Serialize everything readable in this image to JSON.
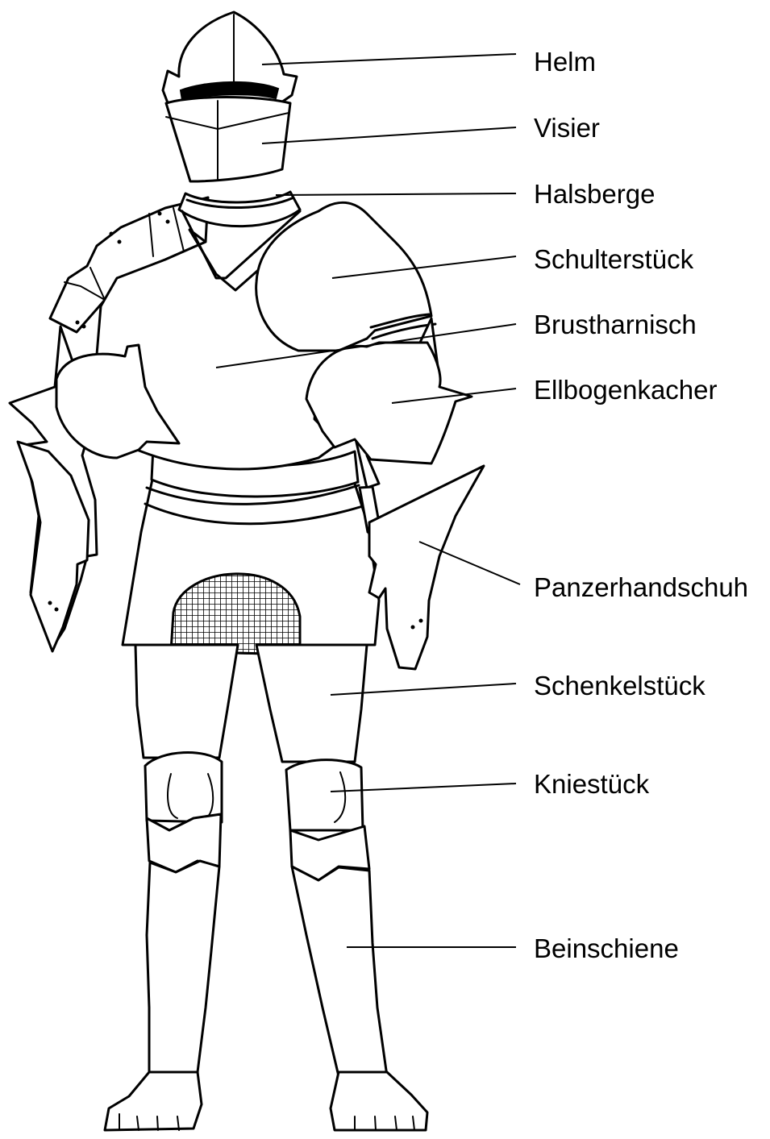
{
  "labels": [
    {
      "id": "helm",
      "text": "Helm"
    },
    {
      "id": "visier",
      "text": "Visier"
    },
    {
      "id": "halsberge",
      "text": "Halsberge"
    },
    {
      "id": "schulterstueck",
      "text": "Schulterstück"
    },
    {
      "id": "brustharnisch",
      "text": "Brustharnisch"
    },
    {
      "id": "ellbogenkacher",
      "text": "Ellbogenkacher"
    },
    {
      "id": "panzerhandschuh",
      "text": "Panzerhandschuh"
    },
    {
      "id": "schenkelstueck",
      "text": "Schenkelstück"
    },
    {
      "id": "kniestueck",
      "text": "Kniestück"
    },
    {
      "id": "beinschiene",
      "text": "Beinschiene"
    }
  ],
  "colors": {
    "ink": "#000000",
    "paper": "#ffffff"
  }
}
